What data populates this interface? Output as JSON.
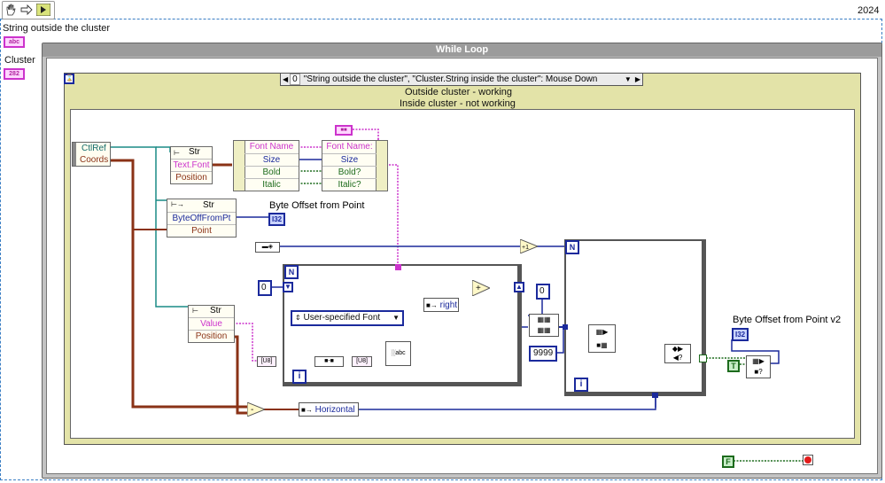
{
  "toolbar": {
    "tools": [
      "hand-icon",
      "arrow-right-icon",
      "run-continuously-icon"
    ],
    "version": "2024"
  },
  "labels": {
    "string_outside": "String outside the cluster",
    "cluster": "Cluster",
    "abc": "abc",
    "cluster_icon": "282"
  },
  "while_loop": {
    "title": "While Loop",
    "stop_icon": "stop-icon"
  },
  "event_structure": {
    "case_index": "0",
    "case_label": "\"String outside the cluster\", \"Cluster.String inside the cluster\": Mouse Down",
    "comment_line1": "Outside cluster - working",
    "comment_line2": "Inside cluster - not working",
    "event_data_items": [
      "CtlRef",
      "Coords"
    ]
  },
  "nodes": {
    "prop_node1": {
      "class": "Str",
      "items": [
        "Text.Font",
        "Position"
      ]
    },
    "unbundle": {
      "inputs": [
        "Font Name",
        "Size",
        "Bold",
        "Italic"
      ]
    },
    "bundle": {
      "outputs": [
        "Font Name:",
        "Size",
        "Bold?",
        "Italic?"
      ]
    },
    "method_node": {
      "class": "Str",
      "method": "ByteOffFromPt",
      "param": "Point"
    },
    "byte_offset_label": "Byte Offset from Point",
    "byte_offset_v2_label": "Byte Offset from Point v2",
    "i32_label": "I32",
    "prop_node2": {
      "class": "Str",
      "items": [
        "Value",
        "Position"
      ]
    },
    "zero_const": "0",
    "zero_const2": "0",
    "nine_const": "9999",
    "font_enum": "User-specified Font",
    "right_label": "right",
    "horizontal_label": "Horizontal",
    "plus_one": "+1",
    "N": "N",
    "i": "i",
    "true_const": "T",
    "false_const": "F"
  }
}
